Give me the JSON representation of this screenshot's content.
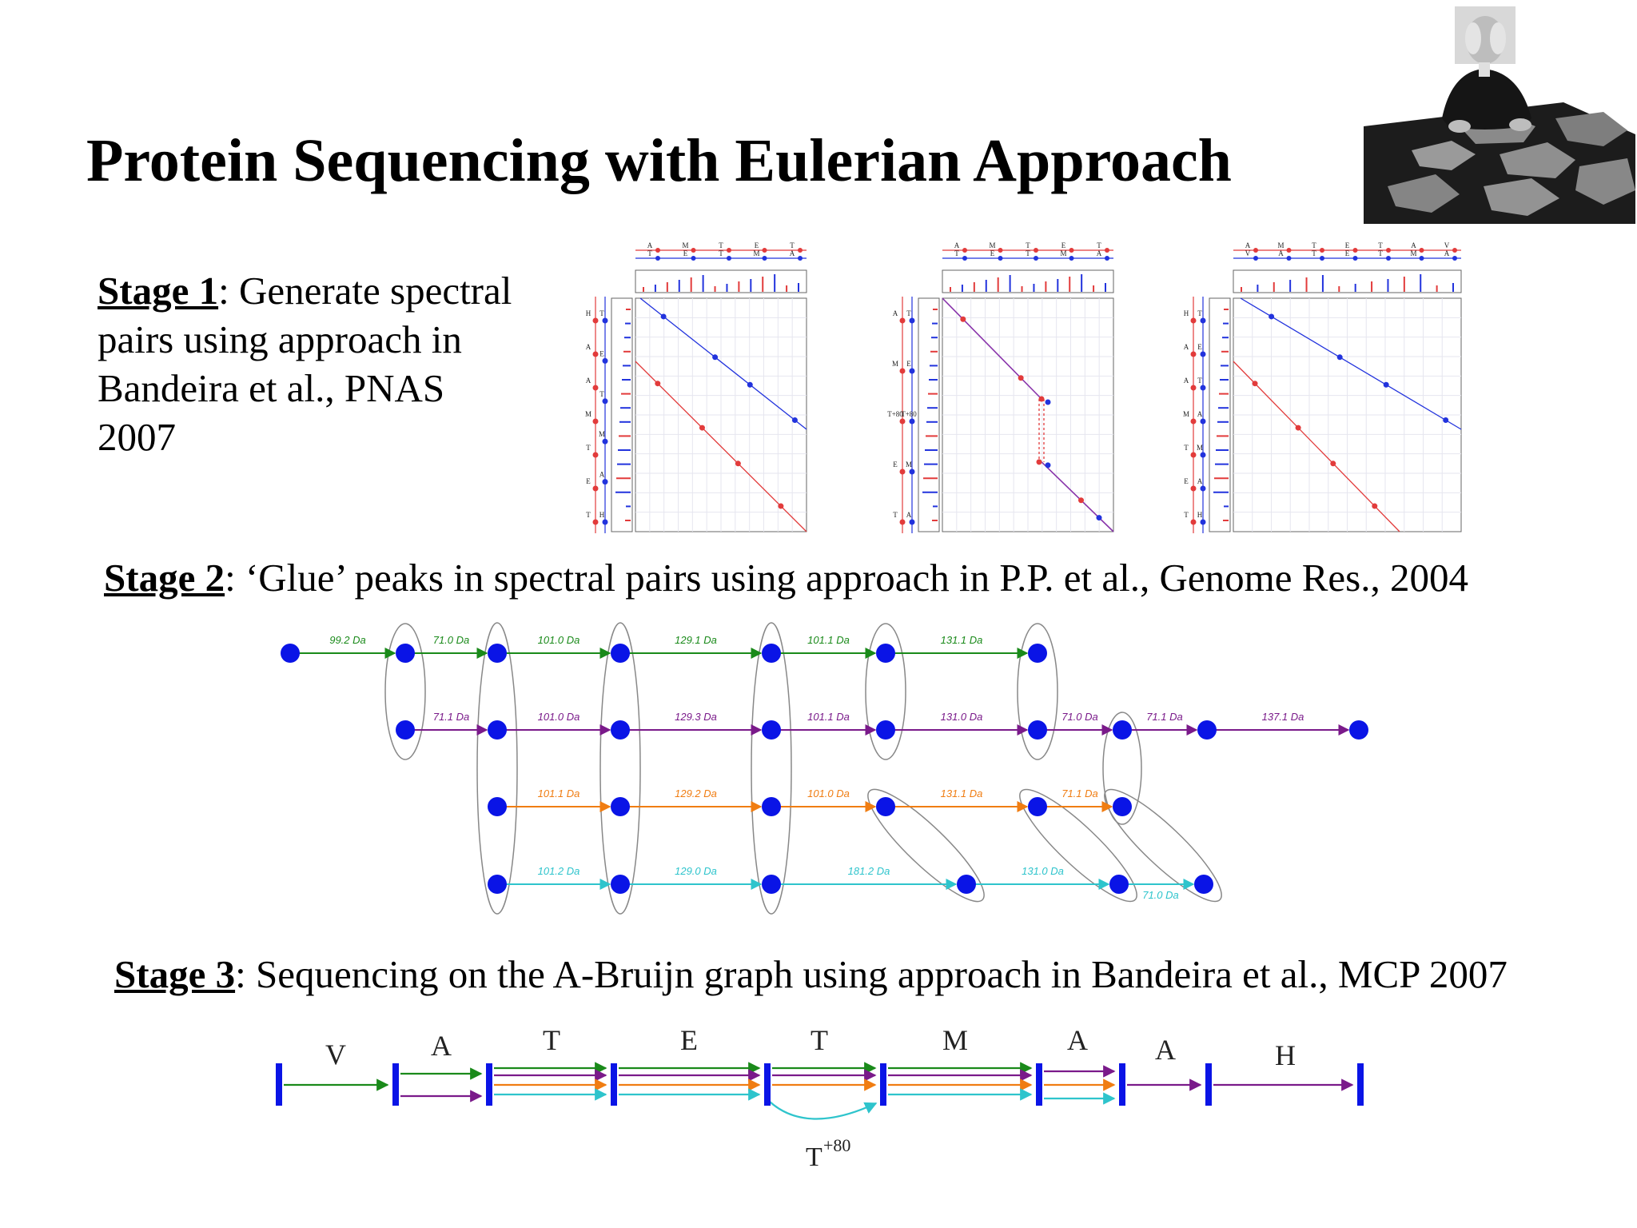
{
  "title": "Protein Sequencing with Eulerian Approach",
  "stage1": {
    "label": "Stage 1",
    "text": ": Generate spectral pairs using approach in Bandeira et al., PNAS 2007"
  },
  "stage2": {
    "label": "Stage 2",
    "text": ": ‘Glue’ peaks in spectral pairs using approach in P.P. et al., Genome Res., 2004"
  },
  "stage3": {
    "label": "Stage 3",
    "text": ": Sequencing on the A-Bruijn graph using approach in Bandeira et al., MCP 2007"
  },
  "spectral_pairs": [
    {
      "top_red": [
        "A",
        "M",
        "T",
        "E",
        "T"
      ],
      "top_blue": [
        "T",
        "E",
        "T",
        "M",
        "A"
      ],
      "left_red": [
        "H",
        "A",
        "A",
        "M",
        "T",
        "E",
        "T"
      ],
      "left_blue": [
        "T",
        "E",
        "T",
        "M",
        "A",
        "H"
      ]
    },
    {
      "top_red": [
        "A",
        "M",
        "T",
        "E",
        "T"
      ],
      "top_blue": [
        "T",
        "E",
        "T",
        "M",
        "A"
      ],
      "left_red": [
        "A",
        "M",
        "T+80",
        "E",
        "T"
      ],
      "left_blue": [
        "T",
        "E",
        "T+80",
        "M",
        "A"
      ]
    },
    {
      "top_red": [
        "A",
        "M",
        "T",
        "E",
        "T",
        "A",
        "V"
      ],
      "top_blue": [
        "V",
        "A",
        "T",
        "E",
        "T",
        "M",
        "A"
      ],
      "left_red": [
        "H",
        "A",
        "A",
        "M",
        "T",
        "E",
        "T"
      ],
      "left_blue": [
        "T",
        "E",
        "T",
        "A",
        "M",
        "A",
        "H"
      ]
    }
  ],
  "glue_graph": {
    "colors": {
      "green": "#1a8a1a",
      "purple": "#7a1a8a",
      "orange": "#f07d12",
      "cyan": "#2ec4cc",
      "node": "#0a14e6"
    },
    "rows": [
      {
        "color": "green",
        "edges": [
          "99.2 Da",
          "71.0 Da",
          "101.0 Da",
          "129.1 Da",
          "101.1 Da",
          "131.1 Da"
        ]
      },
      {
        "color": "purple",
        "edges": [
          "71.1 Da",
          "101.0 Da",
          "129.3 Da",
          "101.1 Da",
          "131.0 Da",
          "71.0 Da",
          "71.1 Da",
          "137.1 Da"
        ]
      },
      {
        "color": "orange",
        "edges": [
          "101.1 Da",
          "129.2 Da",
          "101.0 Da",
          "131.1 Da",
          "71.1 Da"
        ]
      },
      {
        "color": "cyan",
        "edges": [
          "101.2 Da",
          "129.0 Da",
          "181.2 Da",
          "131.0 Da",
          "71.0 Da"
        ]
      }
    ]
  },
  "abruijn": {
    "letters": [
      "V",
      "A",
      "T",
      "E",
      "T",
      "M",
      "A",
      "A",
      "H"
    ],
    "mod_label": "T",
    "mod_sup": "+80"
  }
}
